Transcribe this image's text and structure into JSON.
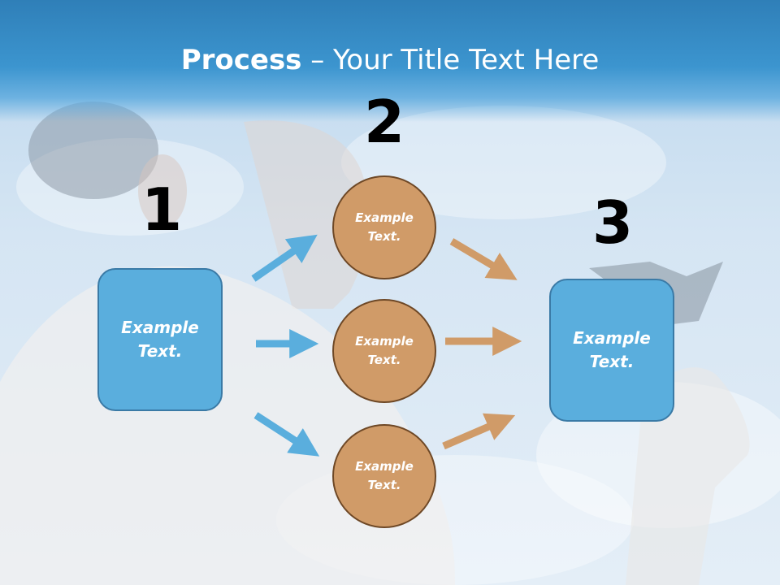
{
  "title": {
    "bold": "Process",
    "rest": " – Your Title Text Here"
  },
  "steps": [
    {
      "number": "1",
      "text": "Example Text."
    },
    {
      "number": "2",
      "text": "Example Text."
    },
    {
      "number": "3",
      "text": "Example Text."
    }
  ],
  "circles": [
    {
      "text": "Example Text."
    },
    {
      "text": "Example Text."
    },
    {
      "text": "Example Text."
    }
  ],
  "colors": {
    "title_bar": "#3c95cf",
    "box_fill": "#5aaedd",
    "circle_fill": "#d09b68",
    "blue_arrow": "#5aaedd",
    "orange_arrow": "#d09b68"
  }
}
